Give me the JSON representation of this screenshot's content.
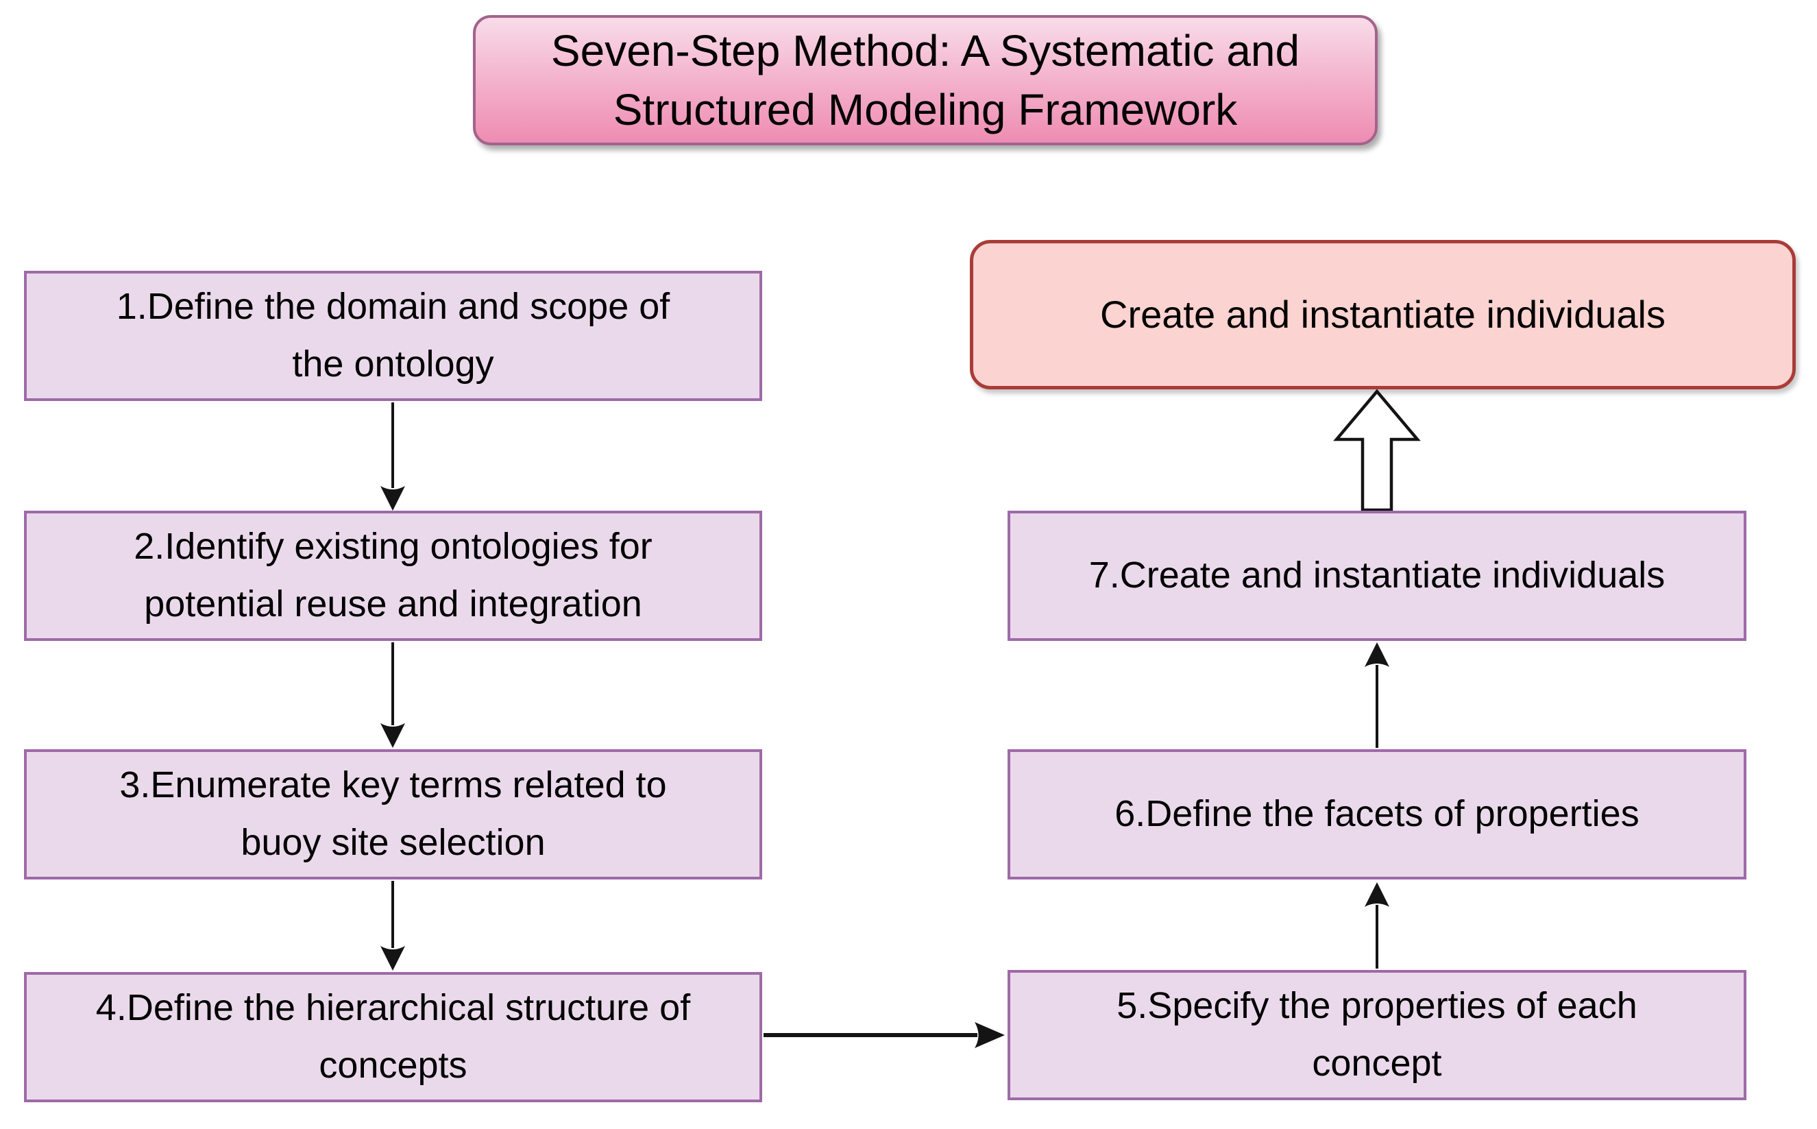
{
  "diagram": {
    "title": {
      "text": "Seven-Step Method: A Systematic and Structured Modeling Framework",
      "lines": [
        "Seven-Step Method: A Systematic and",
        "Structured Modeling Framework"
      ]
    },
    "result": {
      "text": "Create and instantiate individuals",
      "lines": [
        "Create and instantiate individuals"
      ]
    },
    "steps": [
      {
        "id": 1,
        "text": "1.Define the domain and scope of the ontology",
        "lines": [
          "1.Define the domain and scope of",
          "the ontology"
        ]
      },
      {
        "id": 2,
        "text": "2.Identify existing ontologies for potential reuse and integration",
        "lines": [
          "2.Identify existing ontologies for",
          "potential reuse and integration"
        ]
      },
      {
        "id": 3,
        "text": "3.Enumerate key terms related to buoy site selection",
        "lines": [
          "3.Enumerate key terms related to",
          "buoy site selection"
        ]
      },
      {
        "id": 4,
        "text": "4.Define the hierarchical structure of concepts",
        "lines": [
          "4.Define the hierarchical structure of",
          "concepts"
        ]
      },
      {
        "id": 5,
        "text": "5.Specify the properties of each concept",
        "lines": [
          "5.Specify the properties of each",
          "concept"
        ]
      },
      {
        "id": 6,
        "text": "6.Define the facets of properties",
        "lines": [
          "6.Define the facets of properties"
        ]
      },
      {
        "id": 7,
        "text": "7.Create and instantiate individuals",
        "lines": [
          "7.Create and instantiate individuals"
        ]
      }
    ],
    "edges": [
      {
        "from": "step-1",
        "to": "step-2",
        "type": "thin-arrow-down"
      },
      {
        "from": "step-2",
        "to": "step-3",
        "type": "thin-arrow-down"
      },
      {
        "from": "step-3",
        "to": "step-4",
        "type": "thin-arrow-down"
      },
      {
        "from": "step-4",
        "to": "step-5",
        "type": "arrow-right"
      },
      {
        "from": "step-5",
        "to": "step-6",
        "type": "thin-arrow-up"
      },
      {
        "from": "step-6",
        "to": "step-7",
        "type": "thin-arrow-up"
      },
      {
        "from": "step-7",
        "to": "result",
        "type": "hollow-block-arrow-up"
      }
    ],
    "colors": {
      "step_fill": "#EAD9EB",
      "step_border": "#9E6AA8",
      "title_grad_top": "#F8DCE8",
      "title_grad_bottom": "#EE8CB2",
      "title_border": "#A2638B",
      "result_fill": "#FBD3D0",
      "result_border": "#A93C38",
      "arrow": "#141414"
    }
  }
}
